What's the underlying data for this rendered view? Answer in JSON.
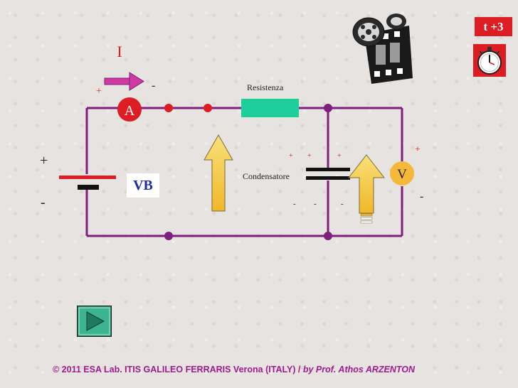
{
  "labels": {
    "current": "I",
    "ammeter": "A",
    "voltmeter": "V",
    "battery": "VB",
    "resistor": "Resistenza",
    "capacitor": "Condensatore",
    "plus": "+",
    "minus": "-"
  },
  "controls": {
    "time_step": "t +3"
  },
  "footer": {
    "copyright": "© 2011  ESA Lab. ITIS GALILEO FERRARIS  Verona (ITALY) / ",
    "author": "by Prof. Athos ARZENTON"
  },
  "colors": {
    "wire": "#7d1f7d",
    "resistor": "#1ccf9c",
    "badge": "#dd1d23",
    "arrow_fill": "#f5c83a",
    "current_arrow": "#d03aa0",
    "terminal_red": "#dd1d23",
    "node_purple": "#7d1f7d",
    "label_blue": "#1d2fa5"
  },
  "icons": {
    "film": "film-reel-icon",
    "stopwatch": "stopwatch-icon",
    "play": "play-icon"
  }
}
